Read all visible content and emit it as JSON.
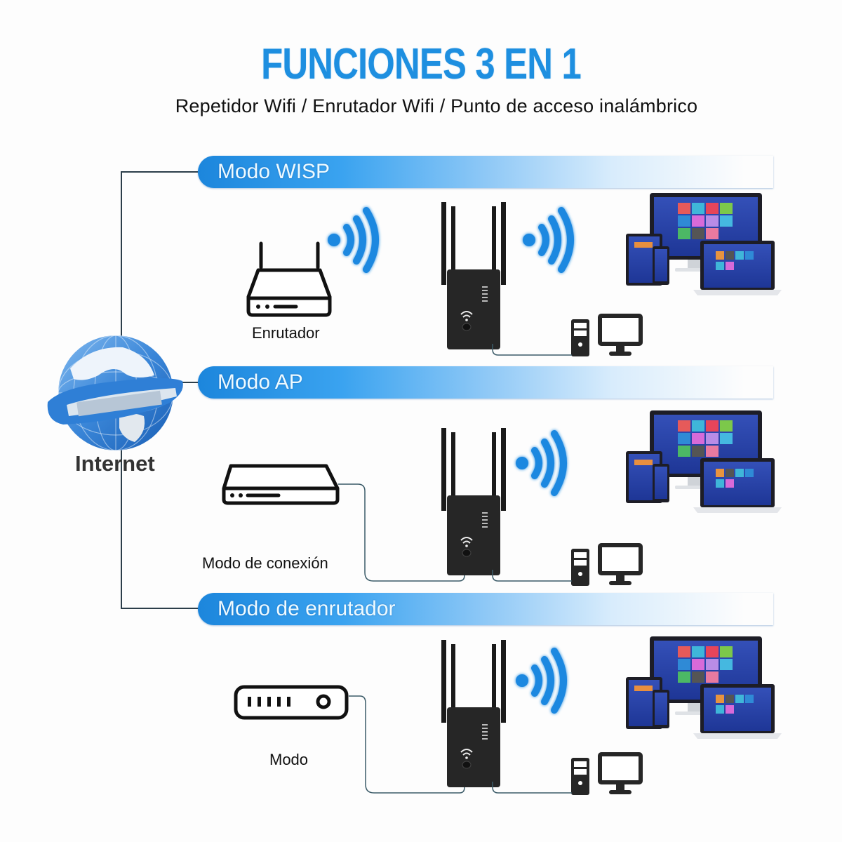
{
  "header": {
    "title": "FUNCIONES 3 EN 1",
    "subtitle": "Repetidor Wifi / Enrutador Wifi / Punto de acceso inalámbrico",
    "title_color": "#1e8fe0"
  },
  "internet": {
    "label": "Internet",
    "icon": "globe-icon"
  },
  "modes": [
    {
      "banner": "Modo WISP",
      "source_device": {
        "label": "Enrutador",
        "icon": "wireless-router-icon"
      },
      "source_link": "wifi",
      "repeater_icon": "wifi-repeater-icon",
      "output_link": "wifi",
      "clients": [
        "multi-device-icon",
        "desktop-pc-icon"
      ]
    },
    {
      "banner": "Modo AP",
      "source_device": {
        "label": "Modo de conexión",
        "icon": "wired-router-icon"
      },
      "source_link": "ethernet",
      "repeater_icon": "wifi-repeater-icon",
      "output_link": "wifi",
      "clients": [
        "multi-device-icon",
        "desktop-pc-icon"
      ]
    },
    {
      "banner": "Modo de enrutador",
      "source_device": {
        "label": "Modo",
        "icon": "modem-icon"
      },
      "source_link": "ethernet",
      "repeater_icon": "wifi-repeater-icon",
      "output_link": "wifi",
      "clients": [
        "multi-device-icon",
        "desktop-pc-icon"
      ]
    }
  ],
  "colors": {
    "banner_start": "#1c86dc",
    "wifi_signal": "#1e88e0",
    "device_dark": "#222222",
    "cable": "#3b5b68"
  }
}
